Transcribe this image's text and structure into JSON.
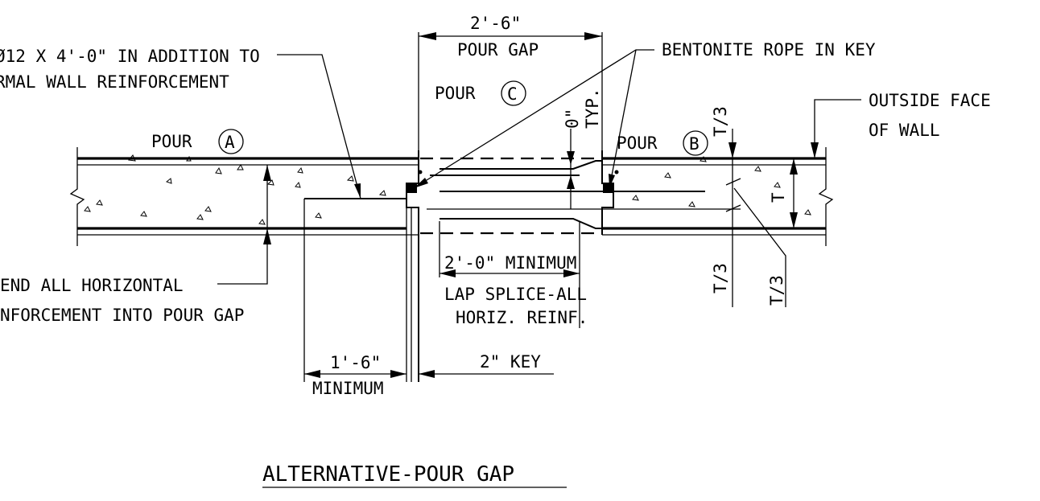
{
  "notes": {
    "addition_line1": "Ø12 X 4'-0\" IN ADDITION TO",
    "addition_line2": "RMAL WALL REINFORCEMENT",
    "extend_line1": "END ALL HORIZONTAL",
    "extend_line2": "NFORCEMENT INTO POUR GAP",
    "bentonite": "BENTONITE ROPE IN KEY",
    "outside_face_line1": "OUTSIDE FACE",
    "outside_face_line2": "OF WALL"
  },
  "pours": {
    "a_label": "POUR",
    "a_id": "A",
    "b_label": "POUR",
    "b_id": "B",
    "c_label": "POUR",
    "c_id": "C"
  },
  "dimensions": {
    "pour_gap_value": "2'-6\"",
    "pour_gap_label": "POUR GAP",
    "typ_value": "0\"",
    "typ_label": "TYP.",
    "min_lap_value": "2'-0\" MINIMUM",
    "lap_line1": "LAP SPLICE-ALL",
    "lap_line2": "HORIZ. REINF.",
    "min_1_value": "1'-6\"",
    "min_1_label": "MINIMUM",
    "key_value": "2\" KEY",
    "t_third_top": "T/3",
    "t_third_mid": "T/3",
    "t_third_right": "T/3",
    "t_full": "T"
  },
  "title": "ALTERNATIVE-POUR GAP"
}
